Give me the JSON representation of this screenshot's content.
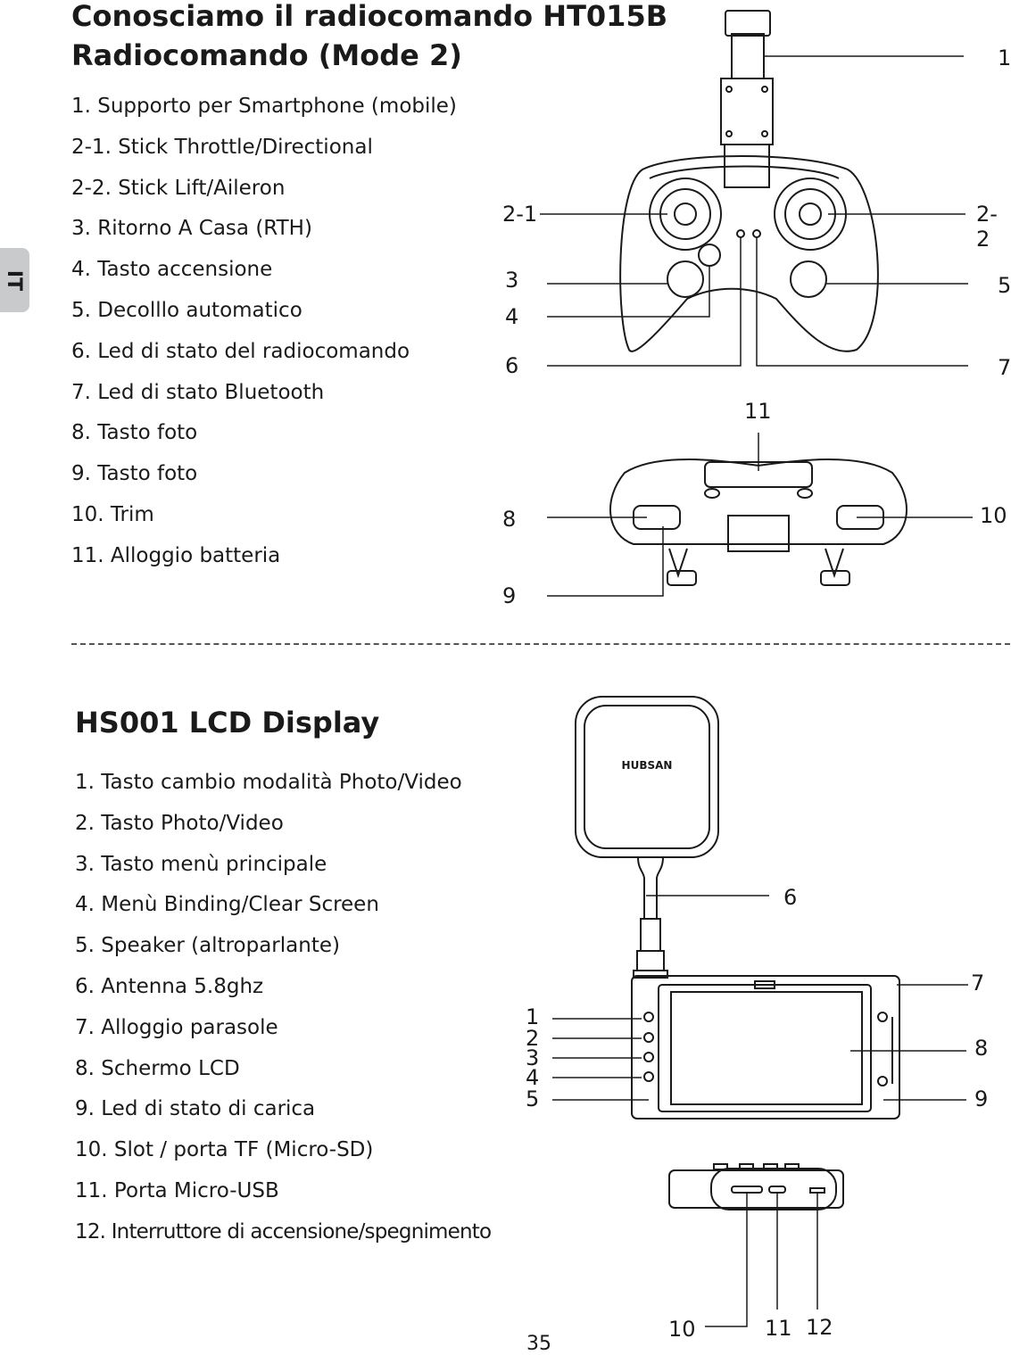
{
  "side_tab": "IT",
  "section1": {
    "title_line1": "Conosciamo il radiocomando HT015B",
    "title_line2": "Radiocomando (Mode 2)",
    "items": [
      "1. Supporto per Smartphone (mobile)",
      "2-1. Stick Throttle/Directional",
      "2-2. Stick Lift/Aileron",
      "3. Ritorno A Casa (RTH)",
      "4. Tasto accensione",
      "5. Decolllo automatico",
      "6. Led di stato del radiocomando",
      "7. Led di stato Bluetooth",
      "8. Tasto foto",
      "9. Tasto foto",
      "10. Trim",
      "11. Alloggio batteria"
    ],
    "callouts": {
      "c1": "1",
      "c21": "2-1",
      "c22": "2-2",
      "c3": "3",
      "c4": "4",
      "c5": "5",
      "c6": "6",
      "c7": "7",
      "c8": "8",
      "c9": "9",
      "c10": "10",
      "c11": "11"
    }
  },
  "section2": {
    "title": "HS001 LCD Display",
    "items": [
      "1. Tasto cambio modalità Photo/Video",
      "2. Tasto Photo/Video",
      "3. Tasto menù principale",
      "4. Menù Binding/Clear Screen",
      "5. Speaker (altroparlante)",
      "6. Antenna 5.8ghz",
      "7. Alloggio parasole",
      "8. Schermo LCD",
      "9. Led di stato di carica",
      "10. Slot / porta TF (Micro-SD)",
      "11. Porta Micro-USB",
      "12.  Interruttore di accensione/spegnimento"
    ],
    "antenna_logo": "HUBSAN",
    "callouts": {
      "c1": "1",
      "c2": "2",
      "c3": "3",
      "c4": "4",
      "c5": "5",
      "c6": "6",
      "c7": "7",
      "c8": "8",
      "c9": "9",
      "c10": "10",
      "c11": "11",
      "c12": "12"
    }
  },
  "page_number": "35"
}
